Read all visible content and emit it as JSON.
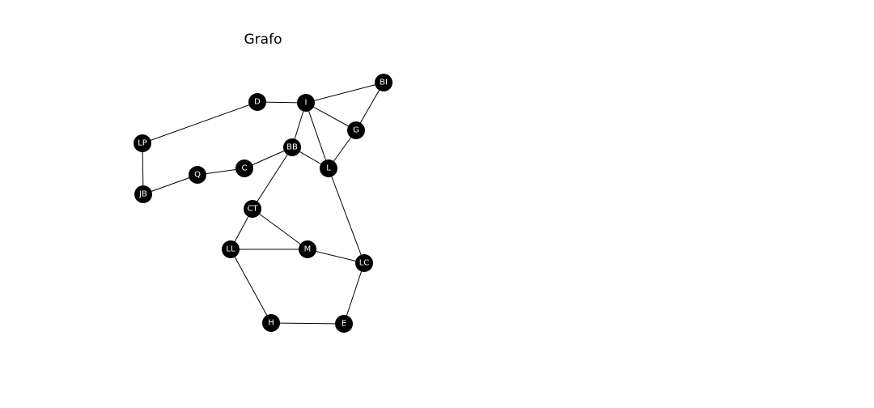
{
  "title": "Grafo",
  "colors": {
    "node_fill": "#000000",
    "node_label": "#ffffff",
    "edge": "#000000",
    "background": "#ffffff"
  },
  "nodes": [
    {
      "id": "D",
      "label": "D"
    },
    {
      "id": "I",
      "label": "I"
    },
    {
      "id": "BI",
      "label": "BI"
    },
    {
      "id": "G",
      "label": "G"
    },
    {
      "id": "LP",
      "label": "LP"
    },
    {
      "id": "BB",
      "label": "BB"
    },
    {
      "id": "C",
      "label": "C"
    },
    {
      "id": "Q",
      "label": "Q"
    },
    {
      "id": "L",
      "label": "L"
    },
    {
      "id": "JB",
      "label": "JB"
    },
    {
      "id": "CT",
      "label": "CT"
    },
    {
      "id": "LL",
      "label": "LL"
    },
    {
      "id": "M",
      "label": "M"
    },
    {
      "id": "LC",
      "label": "LC"
    },
    {
      "id": "H",
      "label": "H"
    },
    {
      "id": "E",
      "label": "E"
    }
  ],
  "edges": [
    [
      "D",
      "I"
    ],
    [
      "D",
      "LP"
    ],
    [
      "I",
      "BI"
    ],
    [
      "I",
      "G"
    ],
    [
      "I",
      "BB"
    ],
    [
      "I",
      "L"
    ],
    [
      "BI",
      "G"
    ],
    [
      "G",
      "L"
    ],
    [
      "LP",
      "JB"
    ],
    [
      "JB",
      "Q"
    ],
    [
      "Q",
      "C"
    ],
    [
      "C",
      "BB"
    ],
    [
      "BB",
      "L"
    ],
    [
      "BB",
      "CT"
    ],
    [
      "L",
      "LC"
    ],
    [
      "CT",
      "LL"
    ],
    [
      "CT",
      "M"
    ],
    [
      "LL",
      "M"
    ],
    [
      "LL",
      "H"
    ],
    [
      "M",
      "LC"
    ],
    [
      "LC",
      "E"
    ],
    [
      "H",
      "E"
    ]
  ]
}
